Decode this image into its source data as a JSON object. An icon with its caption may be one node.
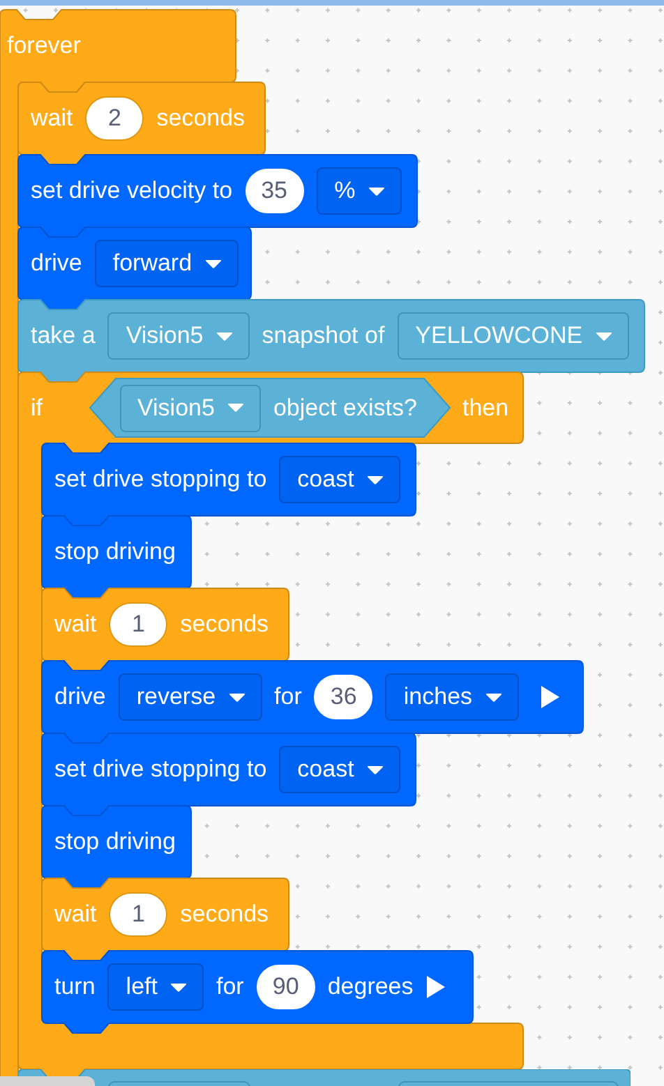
{
  "diagram": {
    "nodes": [
      {
        "text": [
          "forever"
        ]
      },
      {
        "text": [
          "wait",
          "seconds"
        ]
      },
      {
        "text": [
          "2"
        ],
        "in": 1
      },
      {
        "text": [
          "set drive velocity to"
        ]
      },
      {
        "text": [
          "35"
        ],
        "in": 3
      },
      {
        "text": [
          "%"
        ],
        "in": 3
      },
      {
        "text": [
          "drive"
        ]
      },
      {
        "text": [
          "forward"
        ],
        "in": 6
      },
      {
        "text": [
          "take a",
          "snapshot of"
        ]
      },
      {
        "text": [
          "Vision5"
        ],
        "in": 8
      },
      {
        "text": [
          "YELLOWCONE"
        ],
        "in": 8
      },
      {
        "text": [
          "if",
          "then"
        ]
      },
      {
        "text": [
          "object exists?"
        ],
        "in": 11
      },
      {
        "text": [
          "Vision5"
        ],
        "in": 12
      },
      {
        "text": [
          "set drive stopping to"
        ],
        "in": 11
      },
      {
        "text": [
          "coast"
        ],
        "in": 14
      },
      {
        "text": [
          "stop driving"
        ],
        "in": 11
      },
      {
        "text": [
          "wait",
          "seconds"
        ],
        "in": 11
      },
      {
        "text": [
          "1"
        ],
        "in": 17
      },
      {
        "text": [
          "drive",
          "for"
        ],
        "in": 11
      },
      {
        "text": [
          "reverse"
        ],
        "in": 19
      },
      {
        "text": [
          "36"
        ],
        "in": 19
      },
      {
        "text": [
          "inches"
        ],
        "in": 19
      },
      {
        "text": [
          "set drive stopping to"
        ],
        "in": 11
      },
      {
        "text": [
          "coast"
        ],
        "in": 23
      },
      {
        "text": [
          "stop driving"
        ],
        "in": 11
      },
      {
        "text": [
          "wait",
          "seconds"
        ],
        "in": 11
      },
      {
        "text": [
          "1"
        ],
        "in": 26
      },
      {
        "text": [
          "turn",
          "for",
          "degrees"
        ],
        "in": 11
      },
      {
        "text": [
          "left"
        ],
        "in": 28
      },
      {
        "text": [
          "90"
        ],
        "in": 28
      },
      {
        "text": [],
        "shape": "box"
      }
    ]
  }
}
